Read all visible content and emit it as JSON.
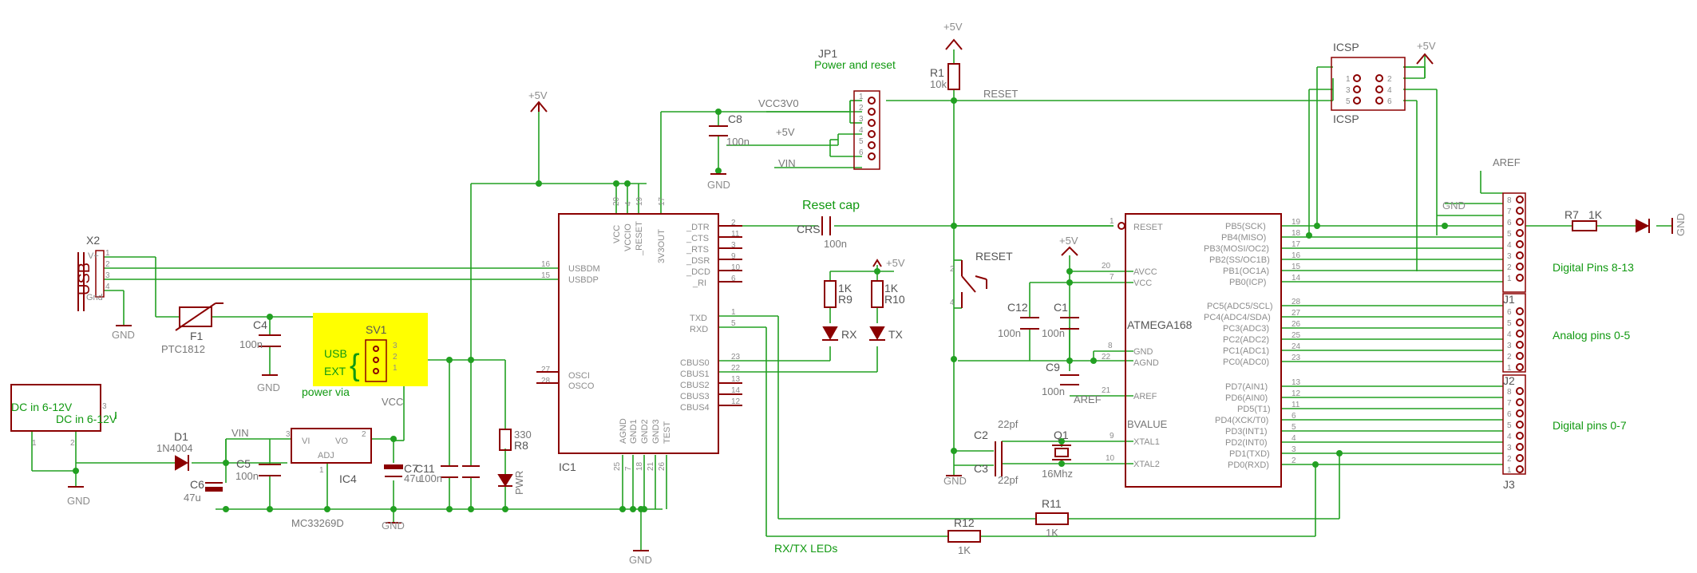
{
  "power": {
    "plus5v": "+5V",
    "gnd": "GND",
    "vin": "VIN",
    "vcc": "VCC",
    "vcc3v0": "VCC3V0",
    "reset": "RESET",
    "aref": "AREF"
  },
  "labels": {
    "power_and_reset": "Power and reset",
    "reset_cap": "Reset cap",
    "rx_tx_leds": "RX/TX LEDs",
    "digital_8_13": "Digital Pins 8-13",
    "analog_0_5": "Analog pins 0-5",
    "digital_0_7": "Digital pins 0-7",
    "power_via": "power via",
    "usb": "USB",
    "ext": "EXT",
    "dc_in": "DC in 6-12V",
    "bvalue": "BVALUE"
  },
  "components": {
    "x2": "X2",
    "usb_conn": "USB",
    "usb_vplus": "V+",
    "usb_gnd_pin": "Gnd",
    "f1": "F1",
    "f1_val": "PTC1812",
    "c4": "C4",
    "c4_val": "100n",
    "sv1": "SV1",
    "d1": "D1",
    "d1_val": "1N4004",
    "c6": "C6",
    "c6_val": "47u",
    "c5": "C5",
    "c5_val": "100n",
    "ic4": "IC4",
    "ic4_val": "MC33269D",
    "ic4_vi": "VI",
    "ic4_vo": "VO",
    "ic4_adj": "ADJ",
    "c7": "C7",
    "c7_val": "47u",
    "c11": "C11",
    "c11_val": "100n",
    "r8": "R8",
    "r8_val": "330",
    "pwr": "PWR",
    "ic1": "IC1",
    "c8": "C8",
    "c8_val": "100n",
    "jp1": "JP1",
    "r1": "R1",
    "r1_val": "10k",
    "crs": "CRS",
    "crs_val": "100n",
    "r9": "R9",
    "r9_val": "1K",
    "r10": "R10",
    "r10_val": "1K",
    "rx": "RX",
    "tx": "TX",
    "reset_btn": "RESET",
    "c12": "C12",
    "c12_val": "100n",
    "c1": "C1",
    "c1_val": "100n",
    "c9": "C9",
    "c9_val": "100n",
    "c2": "C2",
    "c2_val": "22pf",
    "c3": "C3",
    "c3_val": "22pf",
    "q1": "Q1",
    "q1_val": "16Mhz",
    "r11": "R11",
    "r11_val": "1K",
    "r12": "R12",
    "r12_val": "1K",
    "mcu": "ATMEGA168",
    "icsp": "ICSP",
    "r7": "R7",
    "r7_val": "1K",
    "j1": "J1",
    "j2": "J2",
    "j3": "J3"
  },
  "ft232_left_pins": [
    {
      "num": "16",
      "name": "USBDM"
    },
    {
      "num": "15",
      "name": "USBDP"
    },
    {
      "num": "27",
      "name": "OSCI"
    },
    {
      "num": "28",
      "name": "OSCO"
    }
  ],
  "ft232_top_pins": [
    {
      "num": "20",
      "name": "VCC"
    },
    {
      "num": "4",
      "name": "VCCIO"
    },
    {
      "num": "19",
      "name": "_RESET"
    },
    {
      "num": "17",
      "name": "3V3OUT"
    }
  ],
  "ft232_right_pins": [
    {
      "num": "2",
      "name": "_DTR"
    },
    {
      "num": "11",
      "name": "_CTS"
    },
    {
      "num": "3",
      "name": "_RTS"
    },
    {
      "num": "9",
      "name": "_DSR"
    },
    {
      "num": "10",
      "name": "_DCD"
    },
    {
      "num": "6",
      "name": "_RI"
    },
    {
      "num": "1",
      "name": "TXD"
    },
    {
      "num": "5",
      "name": "RXD"
    },
    {
      "num": "23",
      "name": "CBUS0"
    },
    {
      "num": "22",
      "name": "CBUS1"
    },
    {
      "num": "13",
      "name": "CBUS2"
    },
    {
      "num": "14",
      "name": "CBUS3"
    },
    {
      "num": "12",
      "name": "CBUS4"
    }
  ],
  "ft232_bottom_pins": [
    {
      "num": "25",
      "name": "AGND"
    },
    {
      "num": "7",
      "name": "GND1"
    },
    {
      "num": "18",
      "name": "GND2"
    },
    {
      "num": "21",
      "name": "GND3"
    },
    {
      "num": "26",
      "name": "TEST"
    }
  ],
  "mcu_left_pins": [
    {
      "num": "1",
      "name": "RESET"
    },
    {
      "num": "20",
      "name": "AVCC"
    },
    {
      "num": "7",
      "name": "VCC"
    },
    {
      "num": "8",
      "name": "GND"
    },
    {
      "num": "22",
      "name": "AGND"
    },
    {
      "num": "21",
      "name": "AREF"
    },
    {
      "num": "9",
      "name": "XTAL1"
    },
    {
      "num": "10",
      "name": "XTAL2"
    }
  ],
  "mcu_right_pins": [
    {
      "num": "19",
      "name": "PB5(SCK)"
    },
    {
      "num": "18",
      "name": "PB4(MISO)"
    },
    {
      "num": "17",
      "name": "PB3(MOSI/OC2)"
    },
    {
      "num": "16",
      "name": "PB2(SS/OC1B)"
    },
    {
      "num": "15",
      "name": "PB1(OC1A)"
    },
    {
      "num": "14",
      "name": "PB0(ICP)"
    },
    {
      "num": "28",
      "name": "PC5(ADC5/SCL)"
    },
    {
      "num": "27",
      "name": "PC4(ADC4/SDA)"
    },
    {
      "num": "26",
      "name": "PC3(ADC3)"
    },
    {
      "num": "25",
      "name": "PC2(ADC2)"
    },
    {
      "num": "24",
      "name": "PC1(ADC1)"
    },
    {
      "num": "23",
      "name": "PC0(ADC0)"
    },
    {
      "num": "13",
      "name": "PD7(AIN1)"
    },
    {
      "num": "12",
      "name": "PD6(AIN0)"
    },
    {
      "num": "11",
      "name": "PD5(T1)"
    },
    {
      "num": "6",
      "name": "PD4(XCK/T0)"
    },
    {
      "num": "5",
      "name": "PD3(INT1)"
    },
    {
      "num": "4",
      "name": "PD2(INT0)"
    },
    {
      "num": "3",
      "name": "PD1(TXD)"
    },
    {
      "num": "2",
      "name": "PD0(RXD)"
    }
  ],
  "header_j1_pins": [
    "8",
    "7",
    "6",
    "5",
    "4",
    "3",
    "2",
    "1"
  ],
  "header_j2_pins": [
    "6",
    "5",
    "4",
    "3",
    "2",
    "1"
  ],
  "header_j3_pins": [
    "8",
    "7",
    "6",
    "5",
    "4",
    "3",
    "2",
    "1"
  ],
  "jp1_pins": [
    "1",
    "2",
    "3",
    "4",
    "5",
    "6"
  ],
  "icsp_pins_left": [
    "1",
    "3",
    "5"
  ],
  "icsp_pins_right": [
    "2",
    "4",
    "6"
  ],
  "x2_pins": [
    "1",
    "2",
    "3",
    "4"
  ]
}
